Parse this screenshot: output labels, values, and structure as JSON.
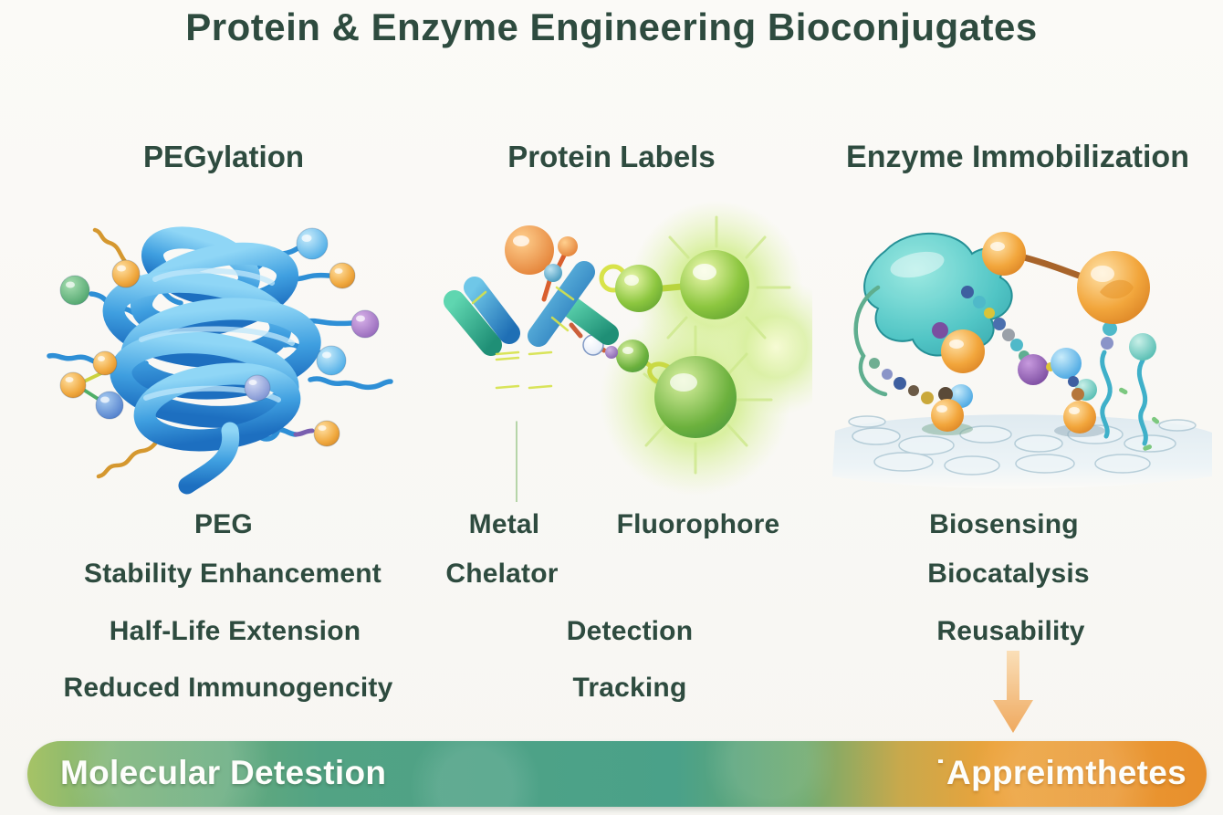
{
  "title": "Protein & Enzyme Engineering Bioconjugates",
  "columns": [
    {
      "header": "PEGylation",
      "illustration": "pegylated-protein-illustration",
      "labels": [
        "PEG",
        "Stability Enhancement",
        "Half-Life Extension",
        "Reduced Immunogencity"
      ]
    },
    {
      "header": "Protein Labels",
      "illustration": "antibody-fluorophore-illustration",
      "labels": [
        "Metal",
        "Chelator",
        "Fluorophore",
        "Detection",
        "Tracking"
      ]
    },
    {
      "header": "Enzyme Immobilization",
      "illustration": "immobilized-enzyme-illustration",
      "labels": [
        "Biosensing",
        "Biocatalysis",
        "Reusability"
      ]
    }
  ],
  "labels": {
    "peg": "PEG",
    "stability": "Stability Enhancement",
    "half_life": "Half-Life Extension",
    "immunogenicity": "Reduced Immunogencity",
    "metal": "Metal",
    "chelator": "Chelator",
    "fluorophore": "Fluorophore",
    "detection": "Detection",
    "tracking": "Tracking",
    "biosensing": "Biosensing",
    "biocatalysis": "Biocatalysis",
    "reusability": "Reusability"
  },
  "icons": {
    "down_arrow": "down-arrow-icon"
  },
  "banner": {
    "left_label": "Molecular Detestion",
    "right_label": "˙Appreimthetes"
  },
  "colors": {
    "heading_green": "#2e4b3f",
    "background": "#f8f7f4",
    "banner_gradient_left": "#a6c366",
    "banner_gradient_mid": "#4aa189",
    "banner_gradient_right": "#e88f2c",
    "banner_text": "#fdfefb",
    "arrow_orange": "#efa95f"
  }
}
